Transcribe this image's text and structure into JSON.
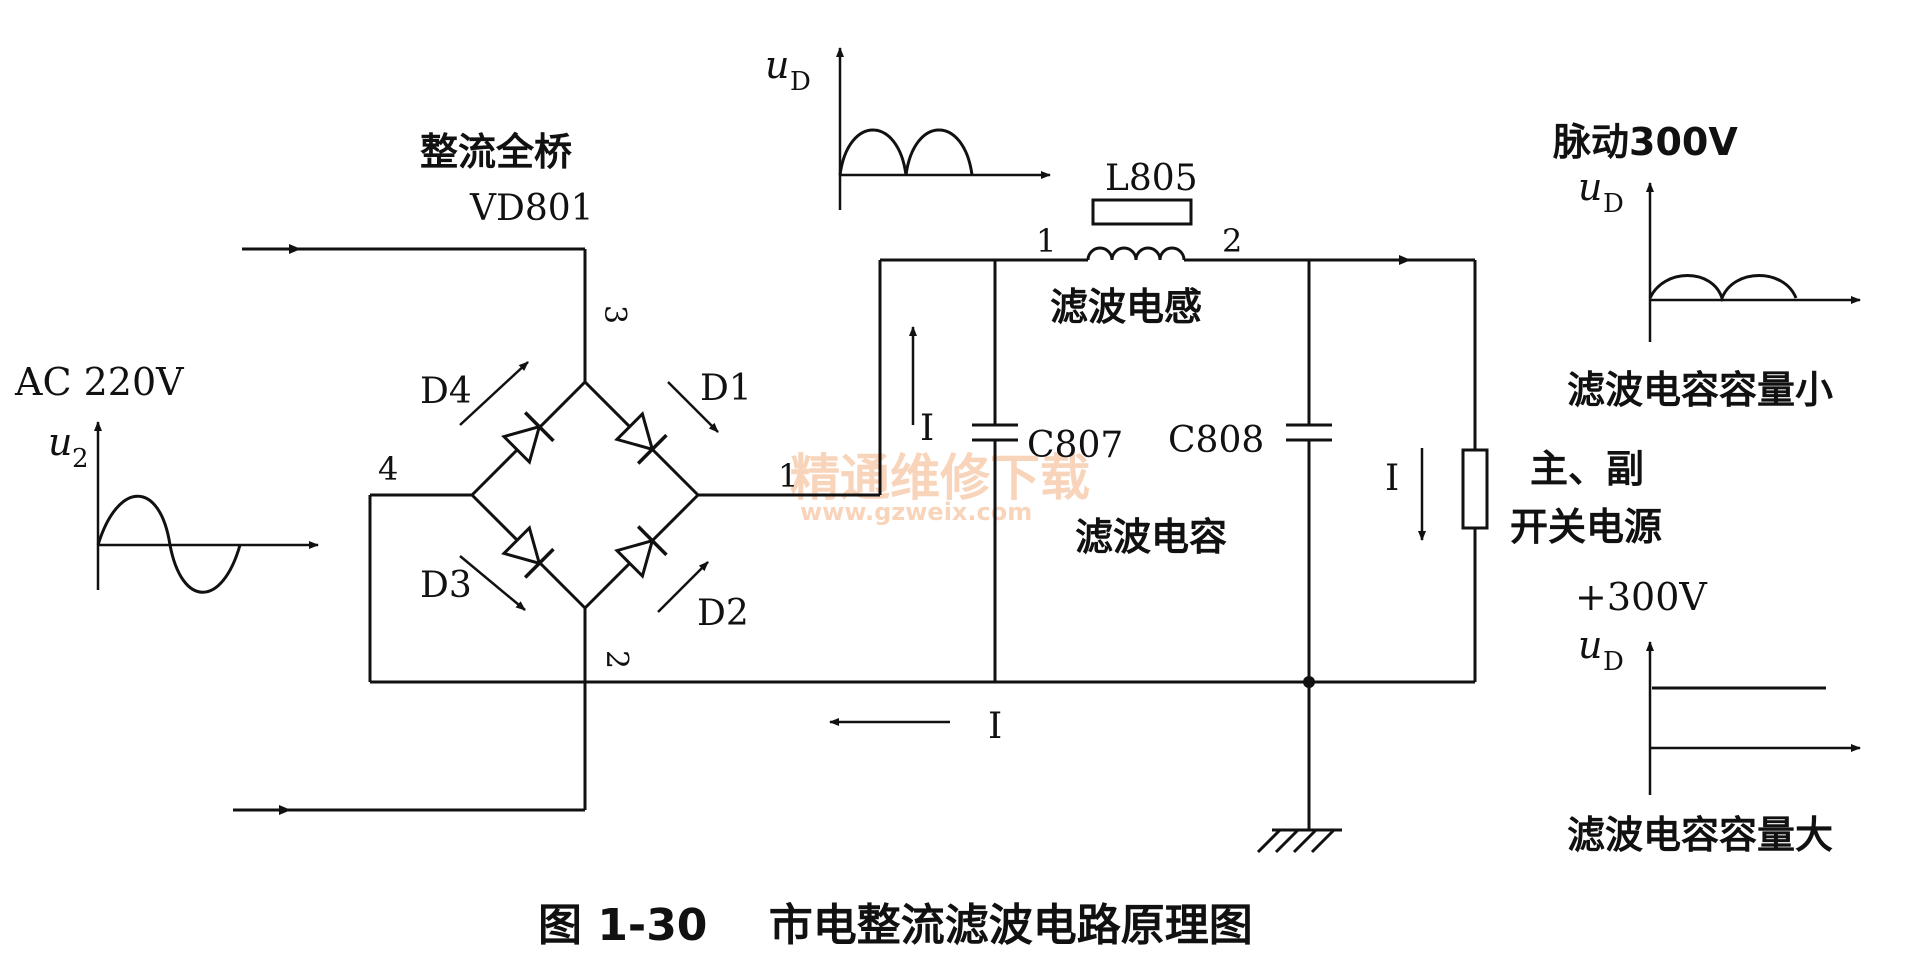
{
  "labels": {
    "bridge_title": "整流全桥",
    "bridge_ref": "VD801",
    "ac_source": "AC 220V",
    "u2_main": "u",
    "u2_sub": "2",
    "uD_main": "u",
    "uD_sub": "D",
    "d1": "D1",
    "d2": "D2",
    "d3": "D3",
    "d4": "D4",
    "pin_3": "3",
    "pin_4": "4",
    "pin_1_bridge": "1",
    "pin_2_bridge": "2",
    "inductor_ref": "L805",
    "inductor_pin1": "1",
    "inductor_pin2": "2",
    "inductor_name": "滤波电感",
    "c807": "C807",
    "c808": "C808",
    "capacitor_name": "滤波电容",
    "current_i": "I",
    "load_line1": "主、副",
    "load_line2": "开关电源",
    "pulse_title": "脉动300V",
    "small_cap_caption": "滤波电容容量小",
    "dc_title": "+300V",
    "large_cap_caption": "滤波电容容量大",
    "figure_caption": "图 1-30    市电整流滤波电路原理图",
    "watermark_cn": "精通维修下载",
    "watermark_url": "www.gzweix.com"
  },
  "colors": {
    "ink": "#111111",
    "watermark": "#f4b183"
  }
}
